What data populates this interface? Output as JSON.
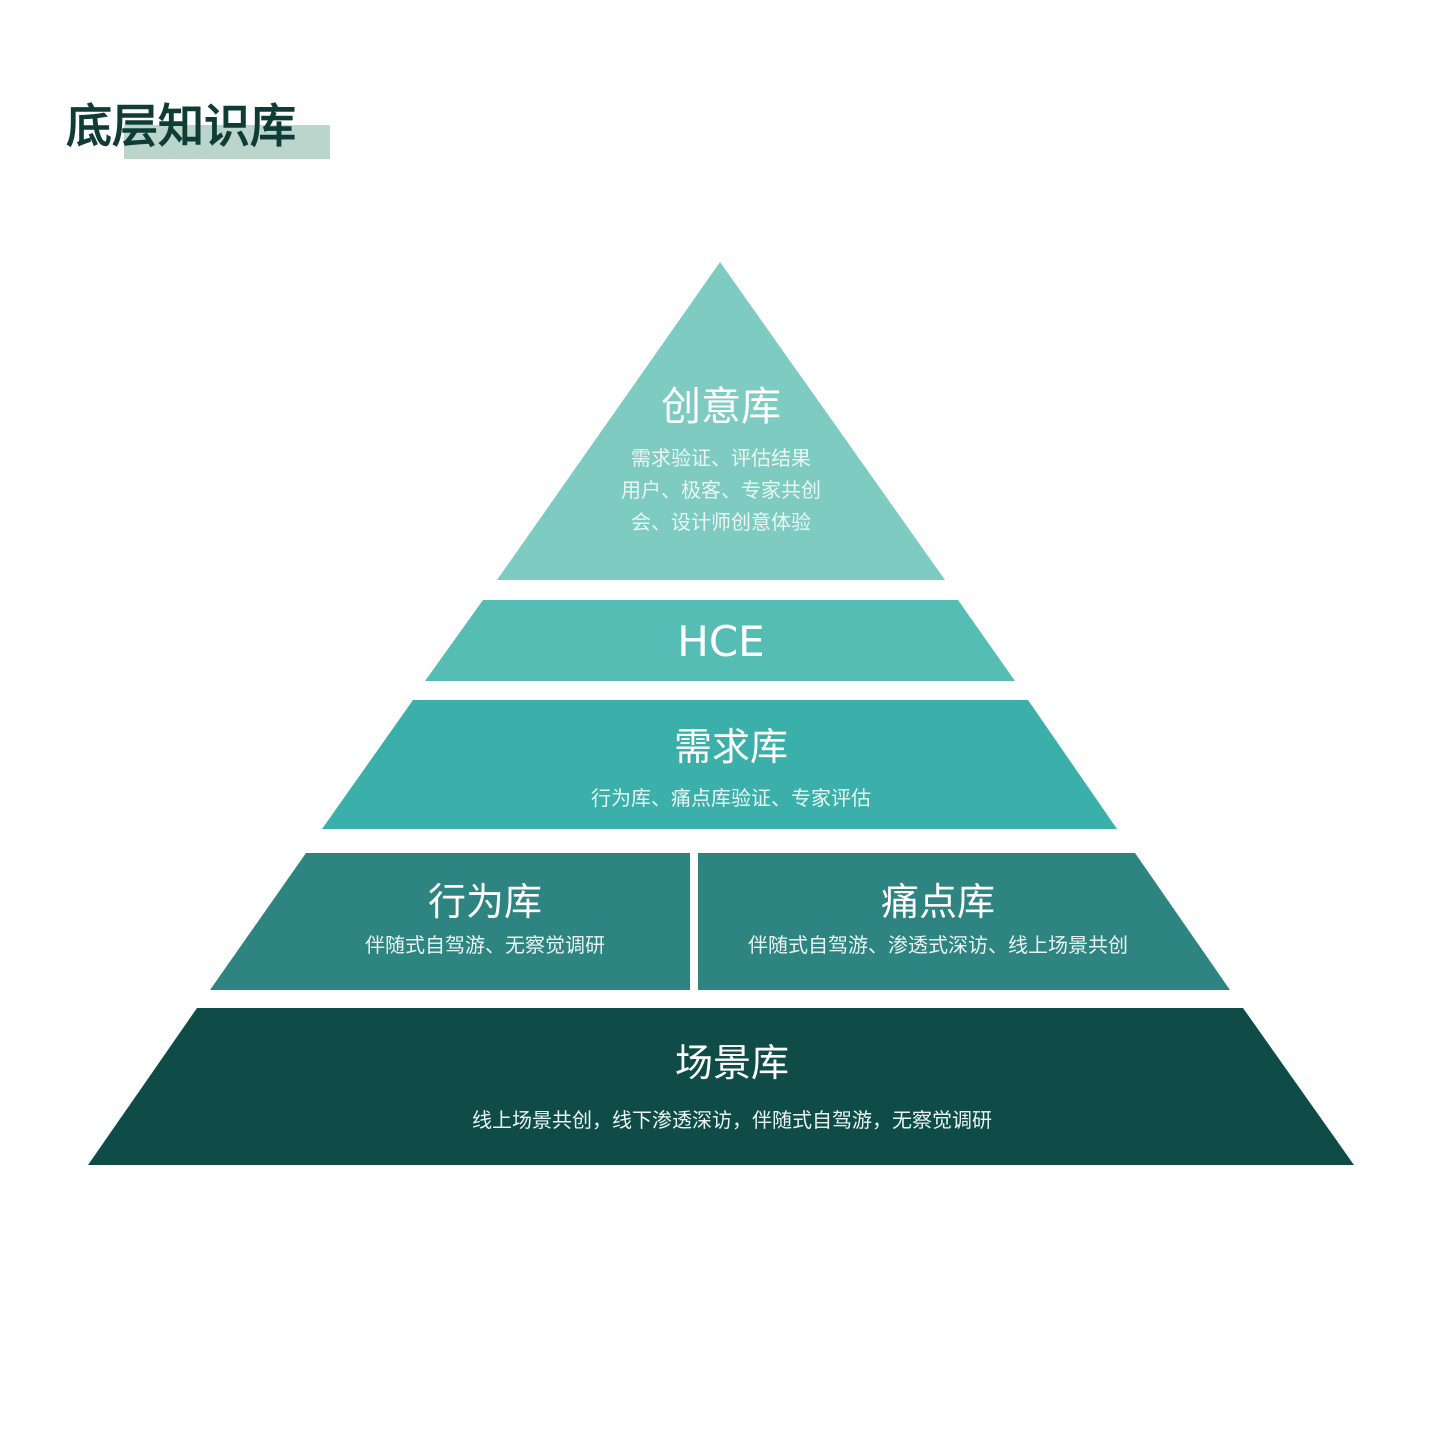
{
  "title": "底层知识库",
  "colors": {
    "title_text": "#0f3d36",
    "title_highlight": "#bcd5cc",
    "level1": "#7ecbc2",
    "level2": "#56bdb5",
    "level3": "#3bb0ab",
    "level4": "#2d8480",
    "level5": "#0f4c48",
    "text": "#ffffff"
  },
  "pyramid": {
    "levels": [
      {
        "name": "创意库",
        "desc_lines": [
          "需求验证、评估结果",
          "用户、极客、专家共创",
          "会、设计师创意体验"
        ]
      },
      {
        "name": "HCE",
        "desc_lines": []
      },
      {
        "name": "需求库",
        "desc_lines": [
          "行为库、痛点库验证、专家评估"
        ]
      },
      {
        "split": [
          {
            "name": "行为库",
            "desc_lines": [
              "伴随式自驾游、无察觉调研"
            ]
          },
          {
            "name": "痛点库",
            "desc_lines": [
              "伴随式自驾游、渗透式深访、线上场景共创"
            ]
          }
        ]
      },
      {
        "name": "场景库",
        "desc_lines": [
          "线上场景共创，线下渗透深访，伴随式自驾游，无察觉调研"
        ]
      }
    ]
  }
}
